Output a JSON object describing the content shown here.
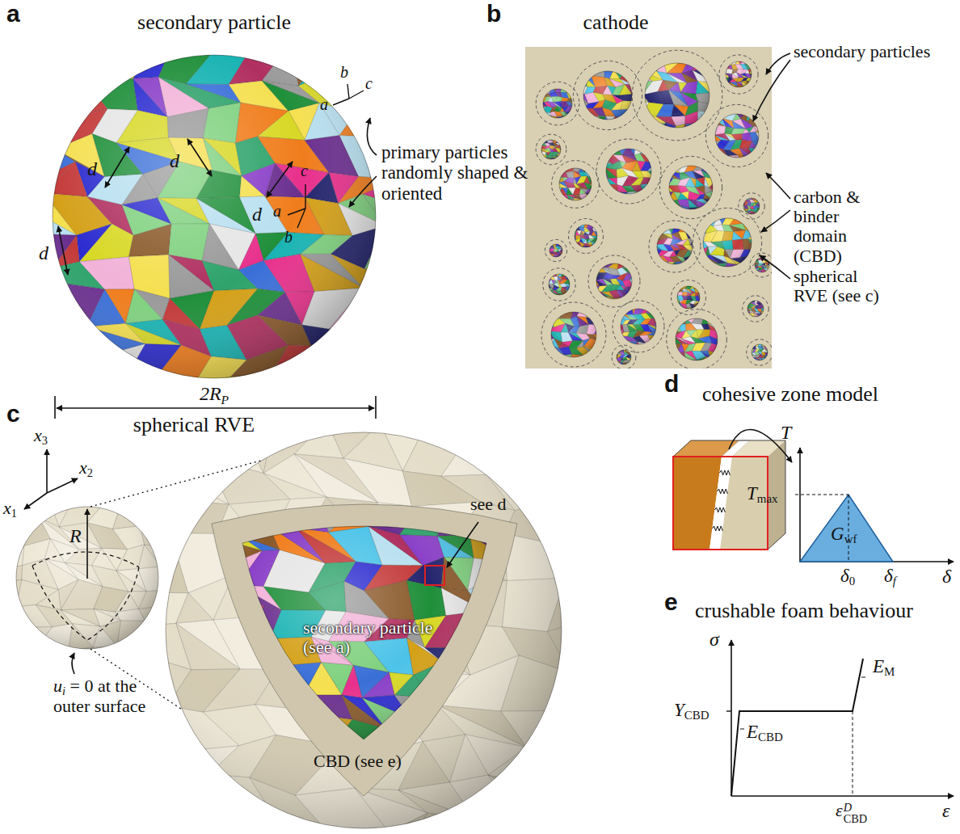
{
  "diagram": {
    "labels": [
      "a",
      "secondary particle",
      "b",
      "cathode",
      "primary particles randomly shaped & oriented",
      "a",
      "b",
      "c",
      "c",
      "a",
      "b",
      "d",
      "d",
      "d",
      "d",
      "2R",
      "P",
      "secondary particles",
      "carbon & binder domain (CBD)",
      "spherical RVE (see c)",
      "c",
      "spherical RVE",
      "x",
      "3",
      "x",
      "1",
      "x",
      "2",
      "R",
      "u",
      "i",
      "= 0 at the outer surface",
      "see d",
      "secondary particle (see a)",
      "CBD (see e)",
      "d",
      "cohesive zone model",
      "T",
      "T",
      "max",
      "G",
      "wf",
      "δ",
      "0",
      "δ",
      "f",
      "δ",
      "e",
      "crushable foam behaviour",
      "σ",
      "Y",
      "CBD",
      "E",
      "CBD",
      "E",
      "M",
      "ε",
      "D",
      "CBD",
      "ε"
    ]
  }
}
